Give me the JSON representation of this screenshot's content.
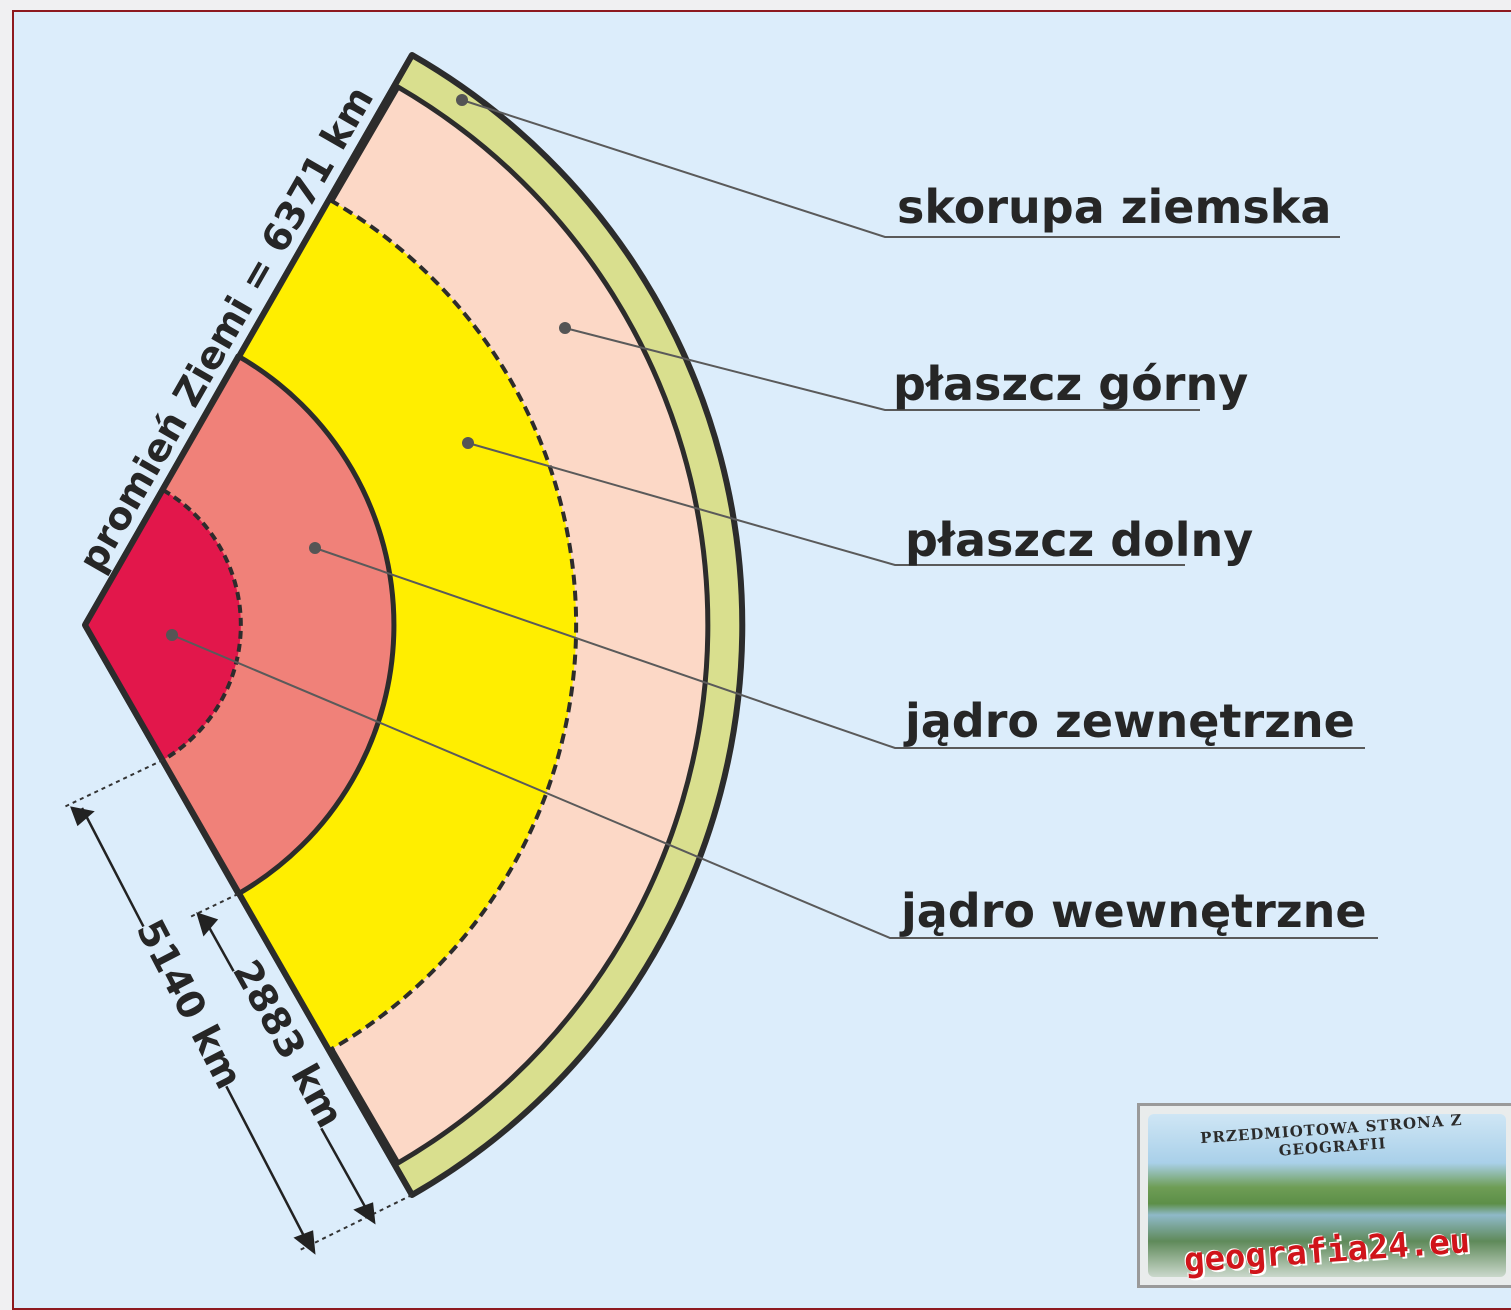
{
  "diagram": {
    "radius_label": "promień Ziemi = 6371 km",
    "depth_labels": {
      "outer": "5140 km",
      "inner": "2883 km"
    },
    "layers": [
      {
        "key": "crust",
        "label": "skorupa ziemska",
        "color": "#d9df8e"
      },
      {
        "key": "upper_mantle",
        "label": "płaszcz górny",
        "color": "#fcd8c6"
      },
      {
        "key": "lower_mantle",
        "label": "płaszcz dolny",
        "color": "#ffee00"
      },
      {
        "key": "outer_core",
        "label": "jądro zewnętrzne",
        "color": "#f08179"
      },
      {
        "key": "inner_core",
        "label": "jądro wewnętrzne",
        "color": "#e2174b"
      }
    ]
  },
  "logo": {
    "top_text": "PRZEDMIOTOWA STRONA Z GEOGRAFII",
    "bottom_text": "geografia24.eu"
  }
}
